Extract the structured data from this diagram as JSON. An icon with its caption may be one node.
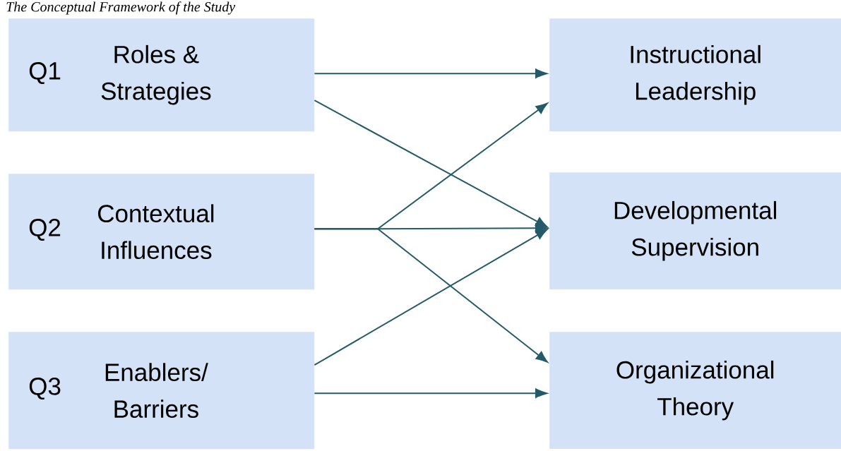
{
  "diagram": {
    "title": "The Conceptual Framework of the Study",
    "nodes": [
      {
        "text": [
          "Q1",
          "Roles & Strategies"
        ]
      },
      {
        "text": [
          "Q2",
          "Contextual Influences"
        ]
      },
      {
        "text": [
          "Q3",
          "Enablers/ Barriers"
        ]
      },
      {
        "text": [
          "Instructional Leadership"
        ]
      },
      {
        "text": [
          "Developmental Supervision"
        ]
      },
      {
        "text": [
          "Organizational Theory"
        ]
      }
    ],
    "edges": [
      {
        "from": 0,
        "to": 3,
        "arrow": "to"
      },
      {
        "from": 0,
        "to": 4,
        "arrow": "to"
      },
      {
        "from": 1,
        "to": 4,
        "arrow": "to"
      },
      {
        "from": 1,
        "to": 3,
        "arrow": "to"
      },
      {
        "from": 1,
        "to": 5,
        "arrow": "to"
      },
      {
        "from": 2,
        "to": 4,
        "arrow": "to"
      },
      {
        "from": 2,
        "to": 5,
        "arrow": "to"
      }
    ]
  }
}
